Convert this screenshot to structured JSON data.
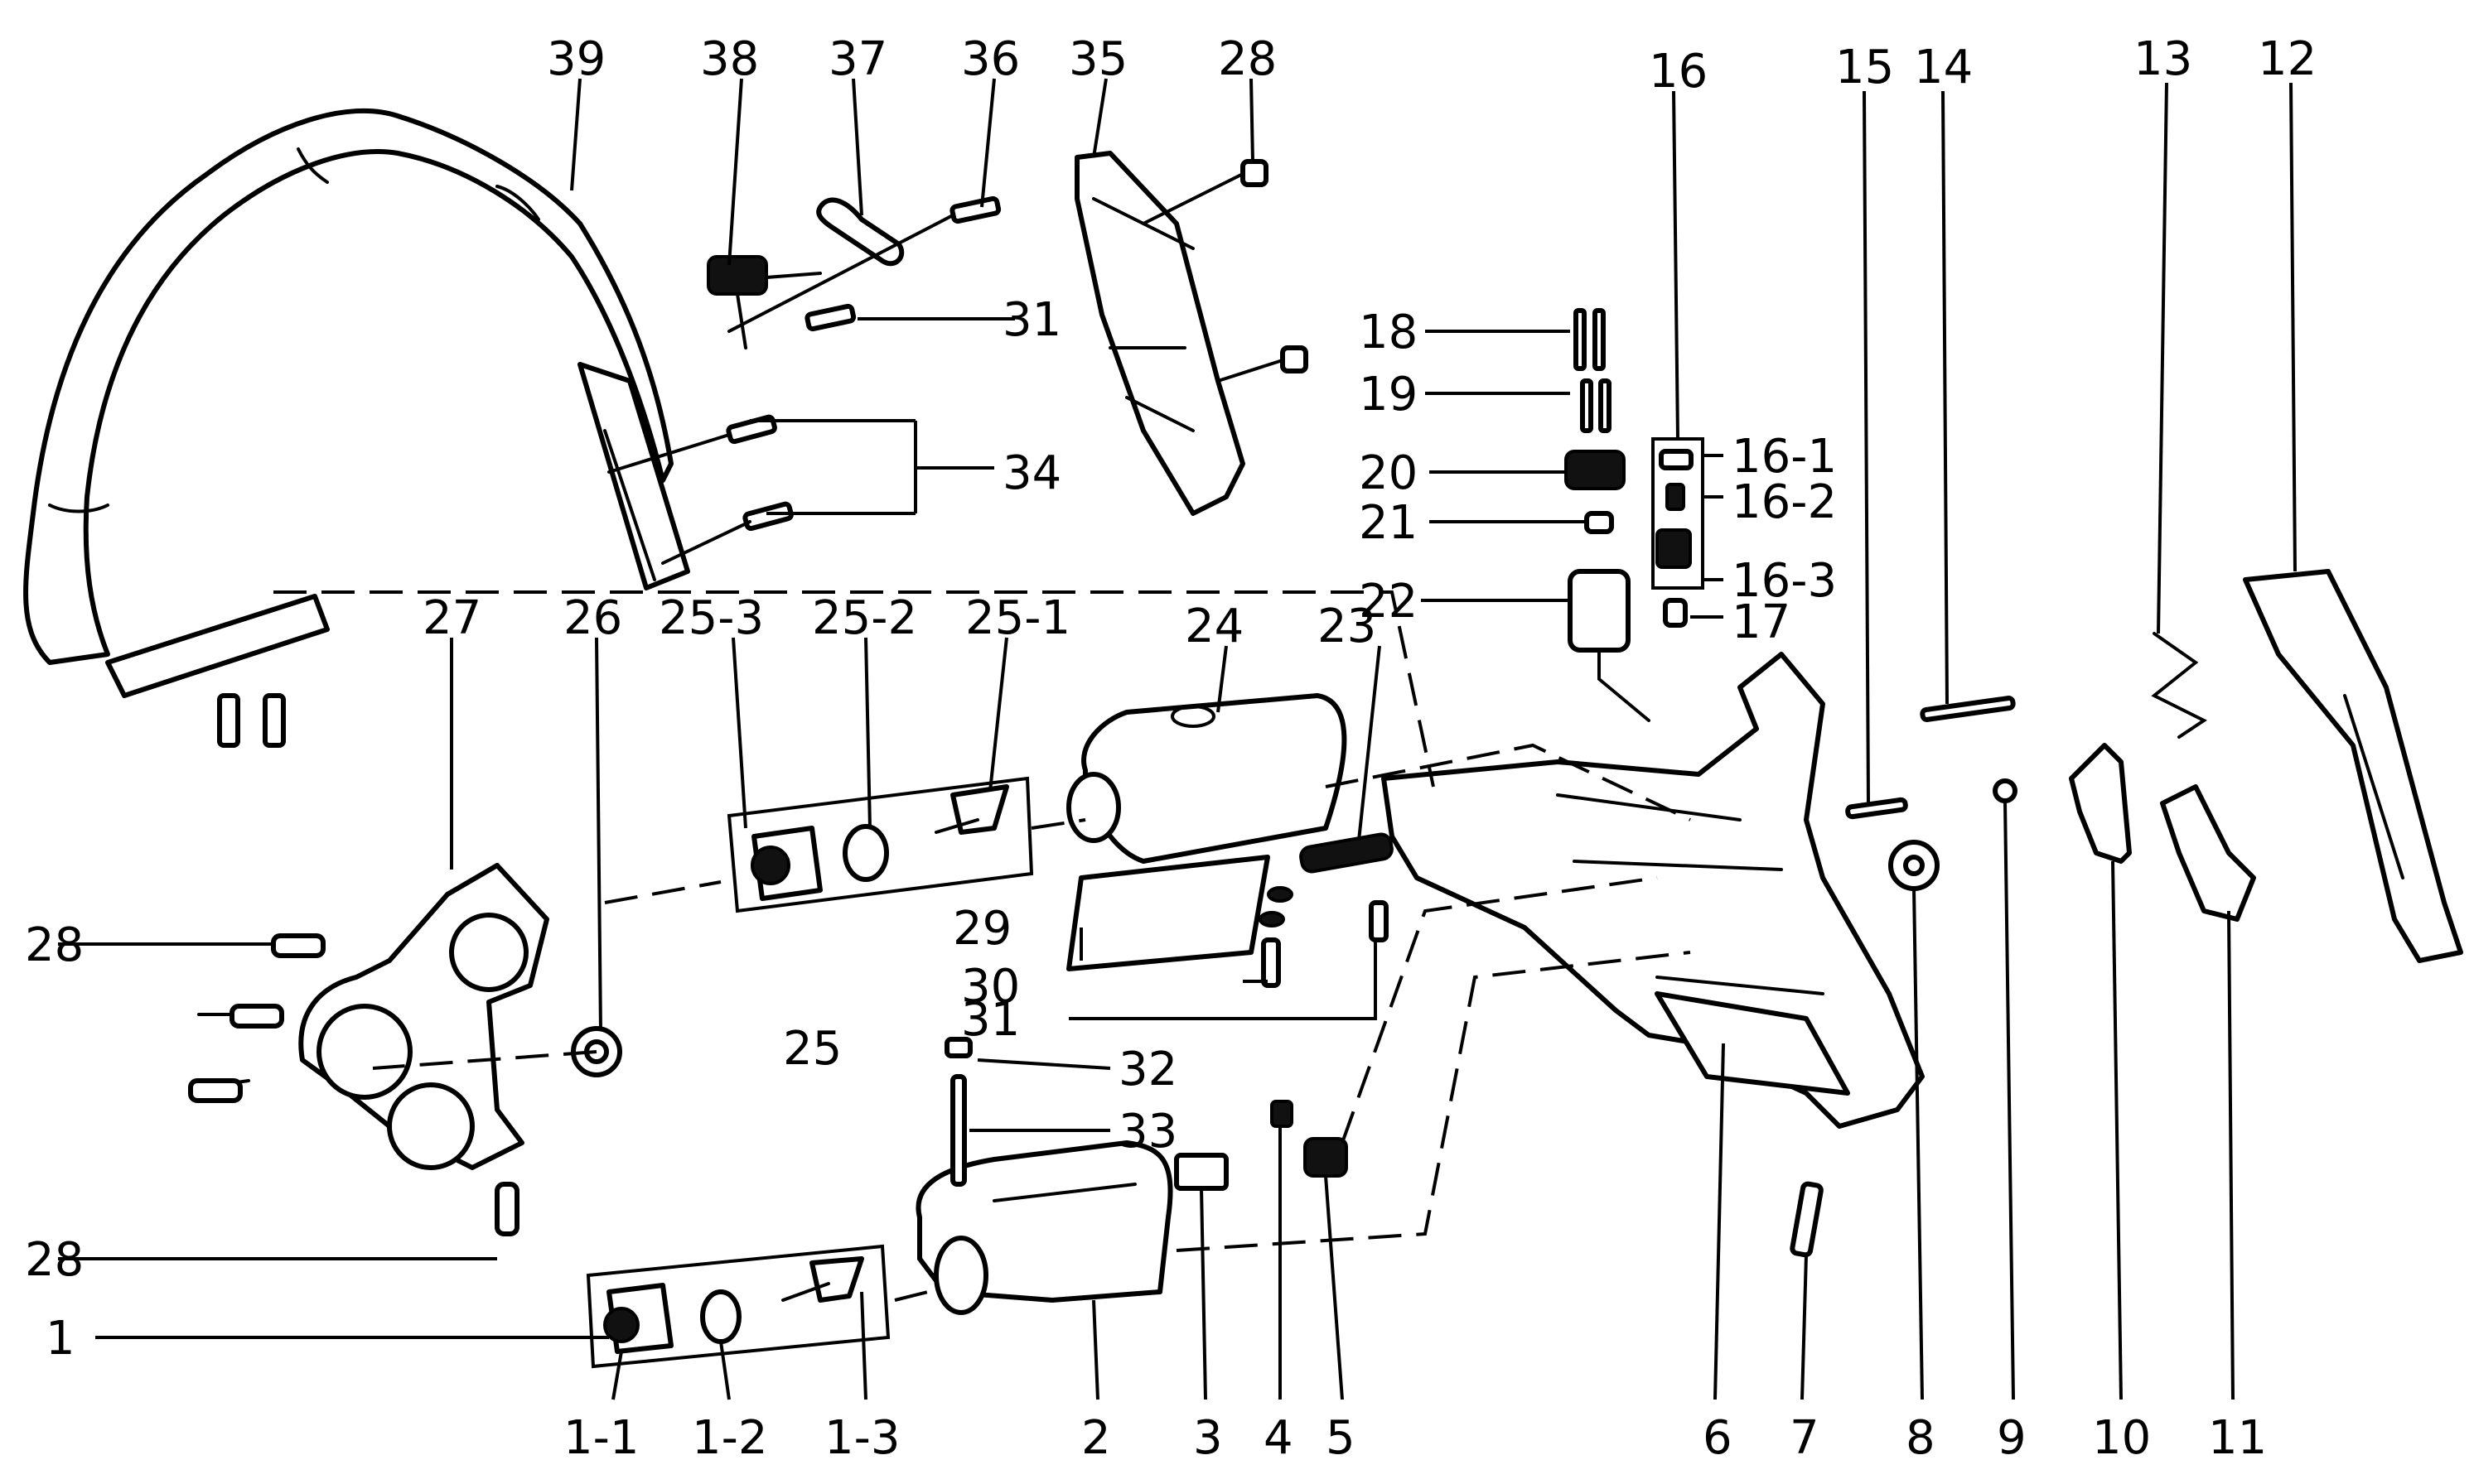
{
  "labels": {
    "l1": "1",
    "l1_1": "1-1",
    "l1_2": "1-2",
    "l1_3": "1-3",
    "l2": "2",
    "l3": "3",
    "l4": "4",
    "l5": "5",
    "l6": "6",
    "l7": "7",
    "l8": "8",
    "l9": "9",
    "l10": "10",
    "l11": "11",
    "l12": "12",
    "l13": "13",
    "l14": "14",
    "l15": "15",
    "l16": "16",
    "l16_1": "16-1",
    "l16_2": "16-2",
    "l16_3": "16-3",
    "l17": "17",
    "l18": "18",
    "l19": "19",
    "l20": "20",
    "l21": "21",
    "l22": "22",
    "l23": "23",
    "l24": "24",
    "l25": "25",
    "l25_1": "25-1",
    "l25_2": "25-2",
    "l25_3": "25-3",
    "l26": "26",
    "l27": "27",
    "l28a": "28",
    "l28b": "28",
    "l28c": "28",
    "l29": "29",
    "l30": "30",
    "l31a": "31",
    "l31b": "31",
    "l32": "32",
    "l33": "33",
    "l34": "34",
    "l35": "35",
    "l36": "36",
    "l37": "37",
    "l38": "38",
    "l39": "39"
  }
}
